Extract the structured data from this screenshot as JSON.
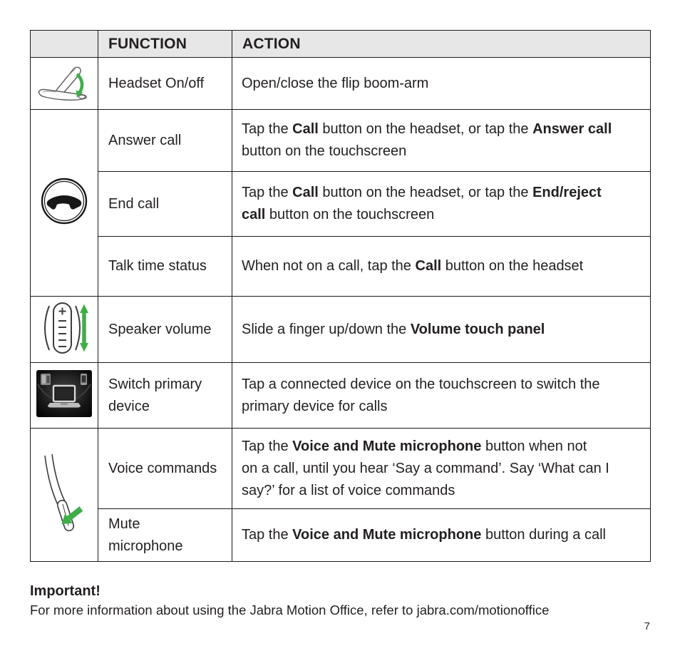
{
  "table": {
    "headers": {
      "function": "FUNCTION",
      "action": "ACTION"
    },
    "rows": [
      {
        "icon": "headset-flip-boom-arm-icon",
        "function": "Headset On/off",
        "action": [
          {
            "t": "Open/close the flip boom-arm"
          }
        ]
      },
      {
        "icon": "call-button-icon",
        "function": "Answer call",
        "action": [
          {
            "t": "Tap the "
          },
          {
            "t": "Call",
            "b": true
          },
          {
            "t": " button on the headset, or tap the "
          },
          {
            "t": "Answer call",
            "b": true
          },
          {
            "t": "\nbutton on the touchscreen"
          }
        ]
      },
      {
        "icon": "call-button-icon",
        "function": "End call",
        "action": [
          {
            "t": "Tap the "
          },
          {
            "t": "Call",
            "b": true
          },
          {
            "t": " button on the headset, or tap the "
          },
          {
            "t": "End/reject\ncall",
            "b": true
          },
          {
            "t": " button on the touchscreen"
          }
        ]
      },
      {
        "icon": "call-button-icon",
        "function": "Talk time status",
        "action": [
          {
            "t": "When not on a call, tap the "
          },
          {
            "t": "Call",
            "b": true
          },
          {
            "t": " button on the headset"
          }
        ]
      },
      {
        "icon": "volume-touch-panel-icon",
        "function": "Speaker volume",
        "action": [
          {
            "t": "Slide a finger up/down the "
          },
          {
            "t": "Volume touch panel",
            "b": true
          }
        ]
      },
      {
        "icon": "touchscreen-devices-photo",
        "function": "Switch primary\ndevice",
        "action": [
          {
            "t": "Tap a connected device on the touchscreen to switch the\nprimary device for calls"
          }
        ]
      },
      {
        "icon": "boom-arm-mic-icon",
        "function": "Voice commands",
        "action": [
          {
            "t": "Tap the "
          },
          {
            "t": "Voice and Mute microphone",
            "b": true
          },
          {
            "t": " button when not\non a call, until you hear ‘Say a command’. Say ‘What can I\nsay?’ for a list of voice commands"
          }
        ]
      },
      {
        "icon": "boom-arm-mic-icon",
        "function": "Mute\nmicrophone",
        "action": [
          {
            "t": "Tap the "
          },
          {
            "t": "Voice and Mute microphone",
            "b": true
          },
          {
            "t": " button during a call"
          }
        ]
      }
    ]
  },
  "footer": {
    "important_title": "Important!",
    "important_text": "For more information about using the Jabra Motion Office, refer to jabra.com/motionoffice"
  },
  "page": {
    "number": "7"
  },
  "colors": {
    "accent_green": "#3fae49",
    "header_bg": "#e7e7e7",
    "border": "#1a1a1a",
    "text": "#231f20"
  }
}
